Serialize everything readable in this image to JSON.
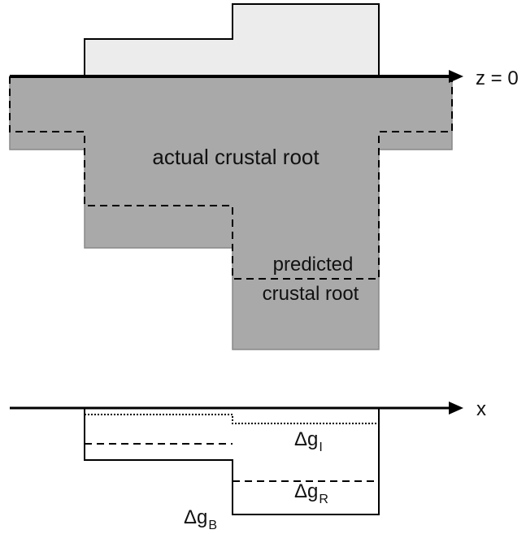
{
  "upper_panel": {
    "axis_label": "z = 0",
    "actual_root_label": "actual crustal root",
    "predicted_root_label_line1": "predicted",
    "predicted_root_label_line2": "crustal root"
  },
  "lower_panel": {
    "axis_label": "x",
    "gravity_labels": {
      "delta_g_I": {
        "symbol": "Δg",
        "subscript": "I"
      },
      "delta_g_R": {
        "symbol": "Δg",
        "subscript": "R"
      },
      "delta_g_B": {
        "symbol": "Δg",
        "subscript": "B"
      }
    }
  },
  "colors": {
    "topography_fill": "#ececec",
    "crust_root_fill": "#a9a9a9",
    "crust_root_stroke": "#888888",
    "line": "#000000"
  }
}
